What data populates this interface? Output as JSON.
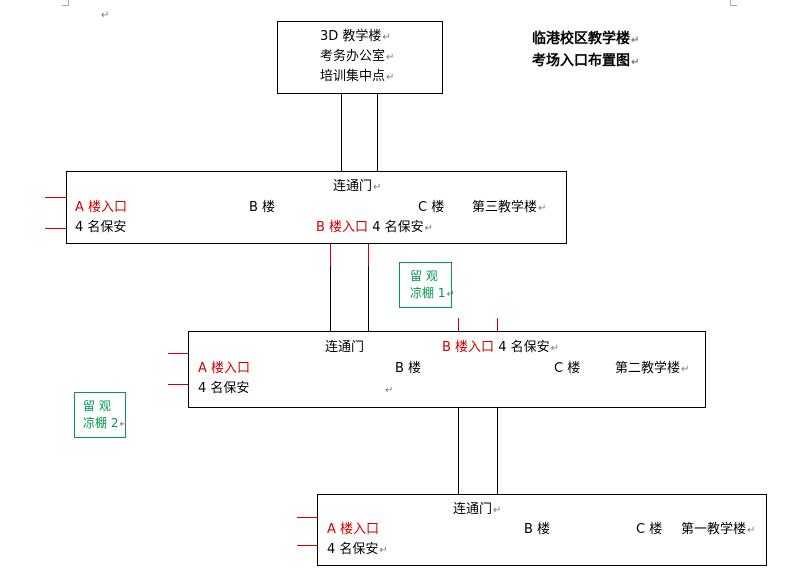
{
  "title": {
    "line1": "临港校区教学楼",
    "line2": "考场入口布置图"
  },
  "top_building": {
    "line1": "3D 教学楼",
    "line2": "考务办公室",
    "line3": "培训集中点"
  },
  "building3": {
    "connector": "连通门",
    "a_entrance": "A 楼入口",
    "b_label": "B 楼",
    "c_label": "C 楼",
    "name": "第三教学楼",
    "a_guards": "4 名保安",
    "b_entrance": "B 楼入口",
    "b_guards": "4 名保安"
  },
  "building2": {
    "connector": "连通门",
    "b_entrance": "B 楼入口",
    "b_guards": "4 名保安",
    "a_entrance": "A 楼入口",
    "b_label": "B 楼",
    "c_label": "C 楼",
    "name": "第二教学楼",
    "a_guards": "4 名保安"
  },
  "building1": {
    "connector": "连通门",
    "a_entrance": "A 楼入口",
    "b_label": "B 楼",
    "c_label": "C 楼",
    "name": "第一教学楼",
    "a_guards": "4 名保安"
  },
  "pavilion1": {
    "line1": "留  观",
    "line2": "凉棚 1"
  },
  "pavilion2": {
    "line1": "留  观",
    "line2": "凉棚 2"
  },
  "return_mark": "↵",
  "colors": {
    "entrance": "#d00000",
    "pavilion": "#009a4a",
    "line": "#000000"
  }
}
